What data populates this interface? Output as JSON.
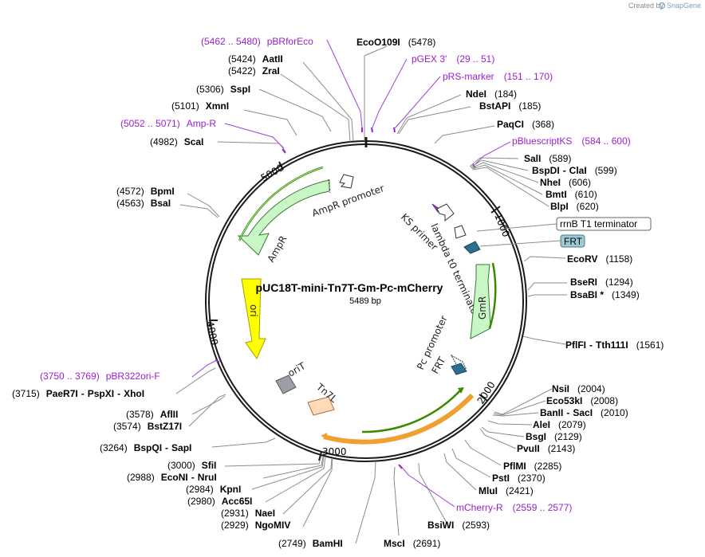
{
  "credit": {
    "text": "Created by",
    "brand": "SnapGene"
  },
  "plasmid": {
    "name": "pUC18T-mini-Tn7T-Gm-Pc-mCherry",
    "size": "5489 bp"
  },
  "ticks": [
    "1000",
    "2000",
    "3000",
    "4000",
    "5000"
  ],
  "features": {
    "ampr_promoter": "AmpR promoter",
    "ampr": "AmpR",
    "ks_primer": "KS primer",
    "lambda_t0": "lambda t0 terminator",
    "rrnb": "rrnB T1 terminator",
    "frt_box": "FRT",
    "gmr": "GmR",
    "pc_promoter": "Pc promoter",
    "frt": "FRT",
    "ori": "ori",
    "orit": "oriT",
    "tn7l": "Tn7L"
  },
  "sites": [
    {
      "name": "EcoO109I",
      "pos": "(5478)"
    },
    {
      "name": "AatII",
      "pos": "(5424)"
    },
    {
      "name": "ZraI",
      "pos": "(5422)"
    },
    {
      "name": "SspI",
      "pos": "(5306)"
    },
    {
      "name": "XmnI",
      "pos": "(5101)"
    },
    {
      "name": "ScaI",
      "pos": "(4982)"
    },
    {
      "name": "BpmI",
      "pos": "(4572)"
    },
    {
      "name": "BsaI",
      "pos": "(4563)"
    },
    {
      "name": "NdeI",
      "pos": "(184)"
    },
    {
      "name": "BstAPI",
      "pos": "(185)"
    },
    {
      "name": "PaqCI",
      "pos": "(368)"
    },
    {
      "name": "SalI",
      "pos": "(589)"
    },
    {
      "name": "BspDI",
      "name2": "ClaI",
      "pos": "(599)"
    },
    {
      "name": "NheI",
      "pos": "(606)"
    },
    {
      "name": "BmtI",
      "pos": "(610)"
    },
    {
      "name": "BlpI",
      "pos": "(620)"
    },
    {
      "name": "EcoRV",
      "pos": "(1158)"
    },
    {
      "name": "BseRI",
      "pos": "(1294)"
    },
    {
      "name": "BsaBI *",
      "pos": "(1349)"
    },
    {
      "name": "PflFI",
      "name2": "Tth111I",
      "pos": "(1561)"
    },
    {
      "name": "NsiI",
      "pos": "(2004)"
    },
    {
      "name": "Eco53kI",
      "pos": "(2008)"
    },
    {
      "name": "BanII",
      "name2": "SacI",
      "pos": "(2010)"
    },
    {
      "name": "AleI",
      "pos": "(2079)"
    },
    {
      "name": "BsgI",
      "pos": "(2129)"
    },
    {
      "name": "PvuII",
      "pos": "(2143)"
    },
    {
      "name": "PflMI",
      "pos": "(2285)"
    },
    {
      "name": "PstI",
      "pos": "(2370)"
    },
    {
      "name": "MluI",
      "pos": "(2421)"
    },
    {
      "name": "BsiWI",
      "pos": "(2593)"
    },
    {
      "name": "MscI",
      "pos": "(2691)"
    },
    {
      "name": "BamHI",
      "pos": "(2749)"
    },
    {
      "name": "NgoMIV",
      "pos": "(2929)"
    },
    {
      "name": "NaeI",
      "pos": "(2931)"
    },
    {
      "name": "Acc65I",
      "pos": "(2980)"
    },
    {
      "name": "KpnI",
      "pos": "(2984)"
    },
    {
      "name": "EcoNI",
      "name2": "NruI",
      "pos": "(2988)"
    },
    {
      "name": "SfiI",
      "pos": "(3000)"
    },
    {
      "name": "BspQI",
      "name2": "SapI",
      "pos": "(3264)"
    },
    {
      "name": "BstZ17I",
      "pos": "(3574)"
    },
    {
      "name": "AflII",
      "pos": "(3578)"
    },
    {
      "name": "PaeR7I",
      "name2": "PspXI",
      "name3": "XhoI",
      "pos": "(3715)"
    }
  ],
  "primers": [
    {
      "name": "pBRforEco",
      "range": "(5462 .. 5480)"
    },
    {
      "name": "pGEX 3'",
      "range": "(29 .. 51)"
    },
    {
      "name": "pRS-marker",
      "range": "(151 .. 170)"
    },
    {
      "name": "pBluescriptKS",
      "range": "(584 .. 600)"
    },
    {
      "name": "Amp-R",
      "range": "(5052 .. 5071)"
    },
    {
      "name": "pBR322ori-F",
      "range": "(3750 .. 3769)"
    },
    {
      "name": "mCherry-R",
      "range": "(2559 .. 2577)"
    }
  ],
  "colors": {
    "backbone": "#1a1a1a",
    "ampr": "#c8f7c5",
    "gmr": "#c8f7c5",
    "ori": "#ffff00",
    "frt": "#2d6f8c",
    "orit": "#9aa0a6",
    "tn7l": "#ffd9b8",
    "primer": "#9b1fd0",
    "orf_green": "#3a8a00",
    "orf_orange": "#f0a030"
  }
}
